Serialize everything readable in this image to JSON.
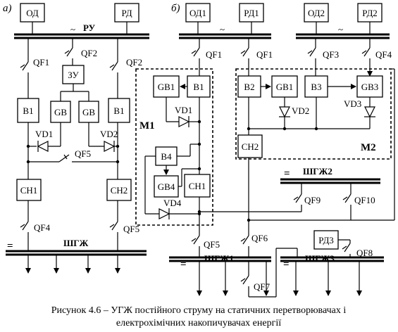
{
  "panels": {
    "a": "а)",
    "b": "б)"
  },
  "blocks": {
    "od": "ОД",
    "rd": "РД",
    "zu": "ЗУ",
    "gb_left": "GB",
    "gb_right": "GB",
    "v1_left": "B1",
    "v1_right": "B1",
    "sn1_a": "СН1",
    "sn2_a": "СН2",
    "od1": "ОД1",
    "rd1": "РД1",
    "od2": "ОД2",
    "rd2": "РД2",
    "gb1_m1": "GB1",
    "b1_m1": "B1",
    "b4": "B4",
    "gb4": "GB4",
    "sn1_m1": "СН1",
    "b2": "B2",
    "gb1_m2": "GB1",
    "b3": "B3",
    "gb3": "GB3",
    "sn2_m2": "СН2",
    "rd3": "РД3"
  },
  "buses": {
    "ru": "РУ",
    "tilde1": "~",
    "tilde2": "~",
    "tilde3": "~",
    "shgzh": "ШГЖ",
    "shgzh1": "ШГЖ1",
    "shgzh2": "ШГЖ2",
    "shgzh3": "ШГЖ3",
    "eq_a": "=",
    "eq_b1": "=",
    "eq_b2": "=",
    "eq_b3": "="
  },
  "switches": {
    "qf1_a": "QF1",
    "qf2_a_top": "QF2",
    "qf2_a": "QF2",
    "qf5_a_mid": "QF5",
    "qf4_a": "QF4",
    "qf5_a": "QF5",
    "qf1_b1": "QF1",
    "qf1_b2": "QF1",
    "qf3_b": "QF3",
    "qf4_b": "QF4",
    "qf9": "QF9",
    "qf10": "QF10",
    "qf5_b": "QF5",
    "qf6": "QF6",
    "qf7": "QF7",
    "qf8": "QF8"
  },
  "diodes": {
    "vd1_a": "VD1",
    "vd2_a": "VD2",
    "vd1_m1": "VD1",
    "vd4": "VD4",
    "vd2_m2": "VD2",
    "vd3": "VD3"
  },
  "modules": {
    "m1": "M1",
    "m2": "M2"
  },
  "caption": {
    "line1": "Рисунок 4.6 – УГЖ постійного струму на статичних перетворювачах і",
    "line2": "електрохімічних накопичувачах енергії"
  }
}
